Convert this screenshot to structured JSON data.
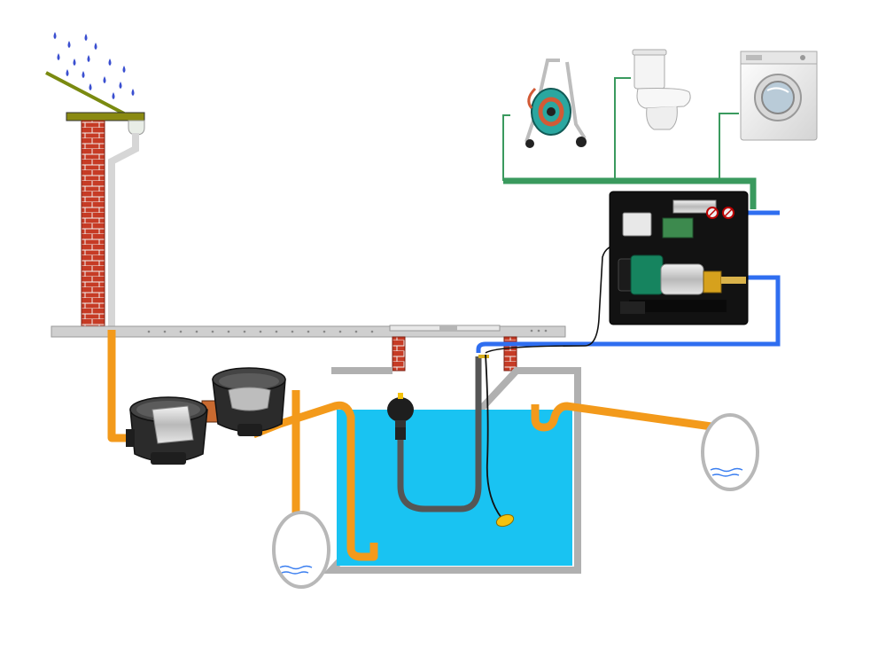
{
  "diagram": {
    "subject": "rainwater-harvesting-system",
    "components": [
      {
        "id": "rain",
        "icon": "rain-drops-icon"
      },
      {
        "id": "roof",
        "icon": "roof-icon"
      },
      {
        "id": "brick-wall",
        "icon": "brick-wall-icon"
      },
      {
        "id": "gutter-downpipe",
        "icon": "downpipe-icon"
      },
      {
        "id": "ground-slab",
        "icon": "ground-slab-icon"
      },
      {
        "id": "filter-unit-1",
        "icon": "filter-basket-icon"
      },
      {
        "id": "filter-unit-2",
        "icon": "filter-basket-icon"
      },
      {
        "id": "cistern-tank",
        "icon": "water-tank-icon"
      },
      {
        "id": "floating-suction",
        "icon": "floating-suction-icon"
      },
      {
        "id": "level-float",
        "icon": "float-switch-icon"
      },
      {
        "id": "pump-unit",
        "icon": "pump-station-icon"
      },
      {
        "id": "distribution-pipe",
        "icon": "distribution-pipe-icon"
      },
      {
        "id": "garden-hose-reel",
        "icon": "hose-reel-icon"
      },
      {
        "id": "toilet",
        "icon": "toilet-icon"
      },
      {
        "id": "washing-machine",
        "icon": "washing-machine-icon"
      },
      {
        "id": "overflow-soakaway-left",
        "icon": "soakaway-icon"
      },
      {
        "id": "overflow-soakaway-right",
        "icon": "soakaway-icon"
      }
    ],
    "colors": {
      "water": "#19c3f2",
      "pipe_orange": "#f39a1b",
      "pipe_green": "#3a9a5e",
      "mains_blue": "#2f6ef0",
      "brick": "#c63b25",
      "concrete": "#c8c8c8",
      "rain": "#3a4fd0",
      "float": "#f4c20d"
    }
  }
}
